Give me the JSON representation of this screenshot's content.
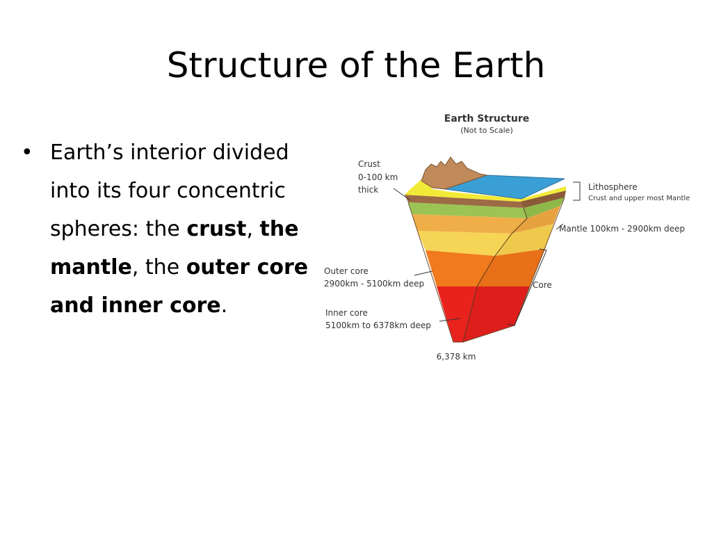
{
  "slide": {
    "title": "Structure of the Earth",
    "bullet_symbol": "•",
    "bullet_parts": [
      {
        "text": "Earth’s interior divided into its four concentric spheres: the ",
        "bold": false
      },
      {
        "text": "crust",
        "bold": true
      },
      {
        "text": ", ",
        "bold": false
      },
      {
        "text": "the mantle",
        "bold": true
      },
      {
        "text": ", the ",
        "bold": false
      },
      {
        "text": "outer core and inner core",
        "bold": true
      },
      {
        "text": ".",
        "bold": false
      }
    ]
  },
  "diagram": {
    "title": "Earth Structure",
    "subtitle": "(Not to Scale)",
    "crust_label": [
      "Crust",
      "0-100 km",
      "thick"
    ],
    "lithosphere_label": "Lithosphere",
    "lithosphere_desc": "Crust and upper most Mantle",
    "mantle_label": "Mantle 100km - 2900km deep",
    "outer_core_label": [
      "Outer core",
      "2900km - 5100km deep"
    ],
    "core_label": "Core",
    "inner_core_label": [
      "Inner core",
      "5100km to 6378km deep"
    ],
    "depth_label": "6,378 km",
    "colors": {
      "ocean": "#3a9fd4",
      "crust_yellow": "#f2ea38",
      "mountains": "#c08a5a",
      "brown_layer": "#9c6a44",
      "green_layer": "#9cc454",
      "mantle_orange": "#efae48",
      "mantle_yellow": "#f6d456",
      "outer_core": "#f07a1c",
      "inner_core": "#e8231e"
    }
  }
}
